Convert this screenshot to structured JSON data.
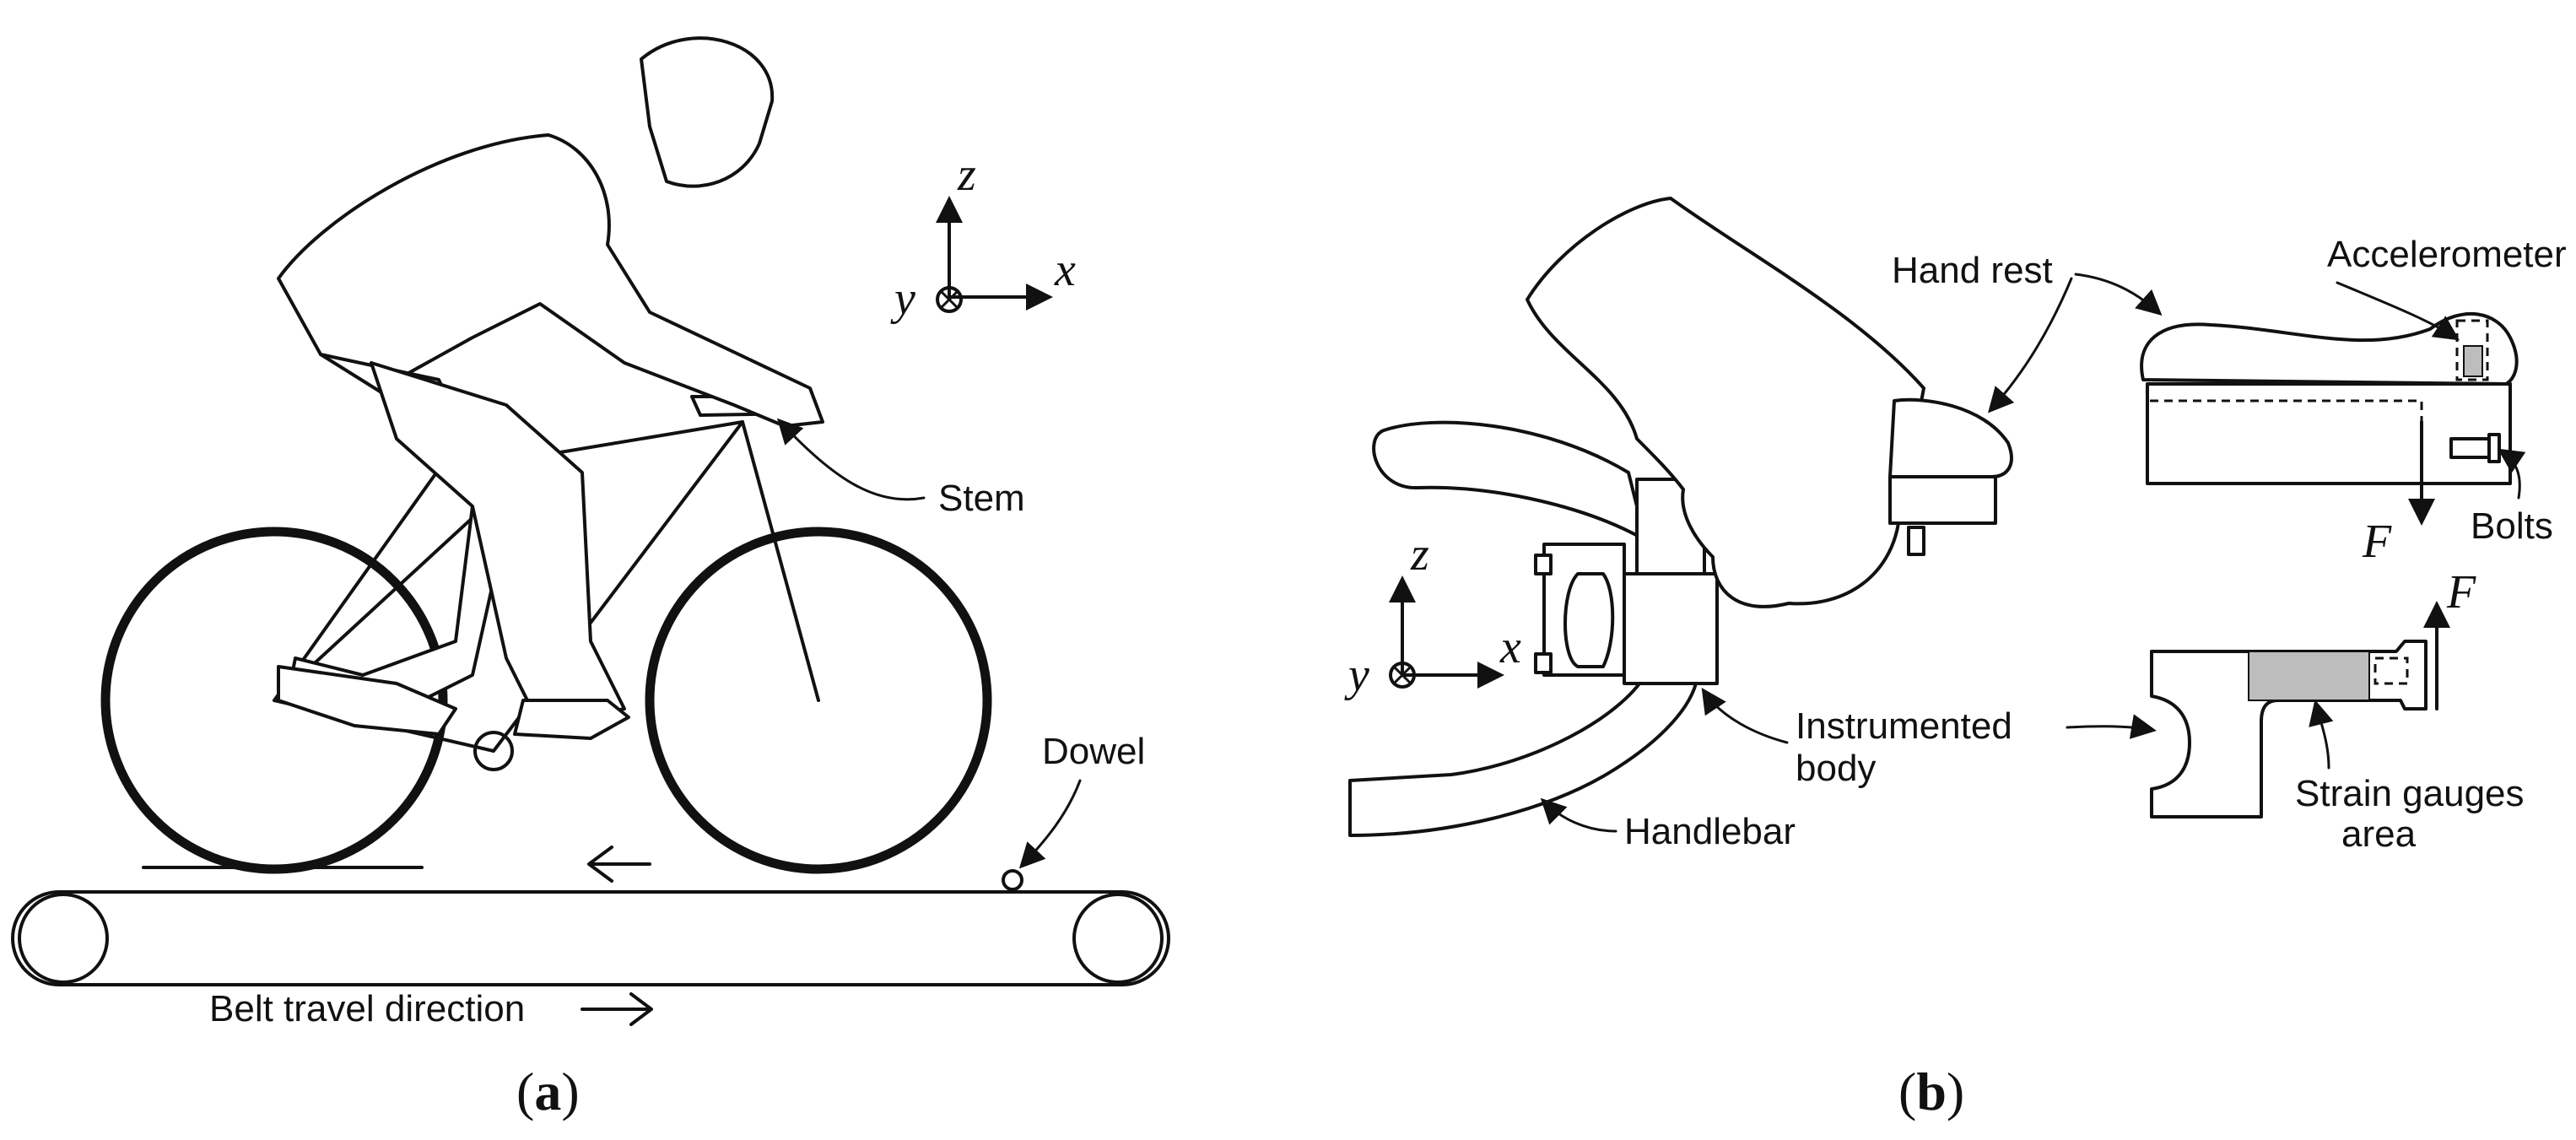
{
  "panel_a": {
    "caption_letter": "a",
    "labels": {
      "stem": "Stem",
      "dowel": "Dowel",
      "belt_travel": "Belt travel direction"
    },
    "axes": {
      "z": "z",
      "x": "x",
      "y": "y"
    }
  },
  "panel_b": {
    "caption_letter": "b",
    "labels": {
      "hand_rest": "Hand rest",
      "accelerometer": "Accelerometer",
      "bolts": "Bolts",
      "force_top": "F",
      "force_bottom": "F",
      "instrumented_body_line1": "Instrumented",
      "instrumented_body_line2": "body",
      "handlebar": "Handlebar",
      "strain_gauges_line1": "Strain gauges",
      "strain_gauges_line2": "area"
    },
    "axes": {
      "z": "z",
      "x": "x",
      "y": "y"
    }
  },
  "colors": {
    "line": "#111111",
    "gauge_fill": "#bdbdbd",
    "background": "#ffffff"
  }
}
